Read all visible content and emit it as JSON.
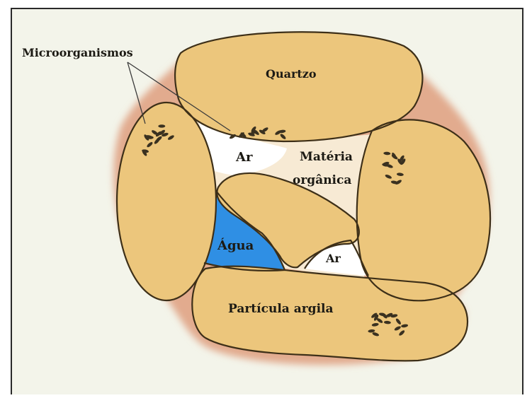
{
  "labels": {
    "microorganisms": "Microorganismos",
    "quartz": "Quartzo",
    "air_top": "Ar",
    "organic_line1": "Matéria",
    "organic_line2": "orgânica",
    "water": "Água",
    "air_bottom": "Ar",
    "clay": "Partícula argila"
  },
  "colors": {
    "background": "#f3f4ea",
    "particle": "#ecc67c",
    "outline": "#3d2f18",
    "aggregate_halo": "#e0a384",
    "water": "#2f8fe4",
    "air": "#ffffff",
    "organic_matter": "#f7ead4",
    "microbe": "#3a3120"
  }
}
